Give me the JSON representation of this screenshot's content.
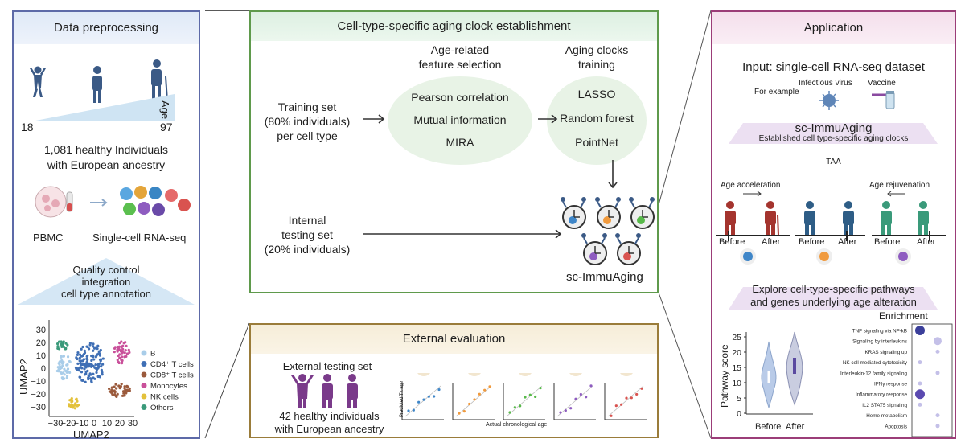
{
  "panels": {
    "preprocessing": {
      "title": "Data preprocessing",
      "age_label": "Age",
      "age_min": "18",
      "age_max": "97",
      "cohort_line1": "1,081 healthy Individuals",
      "cohort_line2": "with European ancestry",
      "pbmc_label": "PBMC",
      "scrna_label": "Single-cell RNA-seq",
      "qc_line1": "Quality control",
      "qc_line2": "integration",
      "qc_line3": "cell type annotation",
      "umap": {
        "xlabel": "UMAP2",
        "ylabel": "UMAP2",
        "x_ticks": [
          "−30",
          "−20",
          "−10",
          "0",
          "10",
          "20",
          "30"
        ],
        "y_ticks": [
          "30",
          "20",
          "10",
          "0",
          "−10",
          "−20",
          "−30"
        ],
        "legend": [
          {
            "label": "B",
            "color": "#a9cde9"
          },
          {
            "label": "CD4⁺ T cells",
            "color": "#3f6fb5"
          },
          {
            "label": "CD8⁺ T cells",
            "color": "#9b5a3c"
          },
          {
            "label": "Monocytes",
            "color": "#c9509a"
          },
          {
            "label": "NK cells",
            "color": "#e3c13b"
          },
          {
            "label": "Others",
            "color": "#3a9a7a"
          }
        ]
      }
    },
    "clock": {
      "title": "Cell-type-specific aging clock establishment",
      "feature_title1": "Age-related",
      "feature_title2": "feature selection",
      "training_title1": "Aging clocks",
      "training_title2": "training",
      "train_set1": "Training set",
      "train_set2": "(80% individuals)",
      "train_set3": "per cell type",
      "methods_feature": [
        "Pearson correlation",
        "Mutual information",
        "MIRA"
      ],
      "methods_training": [
        "LASSO",
        "Random forest",
        "PointNet"
      ],
      "test_set1": "Internal",
      "test_set2": "testing set",
      "test_set3": "(20% individuals)",
      "model_name": "sc-ImmuAging"
    },
    "external": {
      "title": "External evaluation",
      "set_label": "External testing set",
      "cohort_line1": "42 healthy individuals",
      "cohort_line2": "with European ancestry",
      "ylabel": "Predicted Tx age",
      "xlabel": "Actual chronological age"
    },
    "application": {
      "title": "Application",
      "input_label": "Input: single-cell RNA-seq dataset",
      "example_label": "For example",
      "virus_label": "Infectious virus",
      "vaccine_label": "Vaccine",
      "model_name": "sc-ImmuAging",
      "model_sub": "Established cell type-specific aging clocks",
      "taa_label": "TAA",
      "accel_label": "Age acceleration",
      "rejuv_label": "Age rejuvenation",
      "before_label": "Before",
      "after_label": "After",
      "explore_line1": "Explore cell-type-specific pathways",
      "explore_line2": "and genes underlying age alteration",
      "violin_ylabel": "Pathway score",
      "violin_yticks": [
        "25",
        "20",
        "15",
        "10",
        "5",
        "0"
      ],
      "violin_xlabels": [
        "Before",
        "After"
      ],
      "enrichment_title": "Enrichment",
      "pathways": [
        "TNF signaling via  NF-kB",
        "Signaling by interleukins",
        "KRAS signaling up",
        "NK cell mediated cytotoxicity",
        "Interleukin-12 family signaling",
        "IFNγ response",
        "Inflammatory response",
        "IL2 STAT5 signaling",
        "Heme metabolism",
        "Apoptosis"
      ]
    }
  },
  "colors": {
    "preprocessing_border": "#5d6aa8",
    "clock_border": "#5f9a4c",
    "external_border": "#9a7c3a",
    "application_border": "#9b3d78",
    "cell_blue": "#3f86c8",
    "cell_orange": "#f09a3e",
    "cell_green": "#58b94a",
    "cell_purple": "#8e5cc0",
    "cell_red": "#d9534f"
  }
}
